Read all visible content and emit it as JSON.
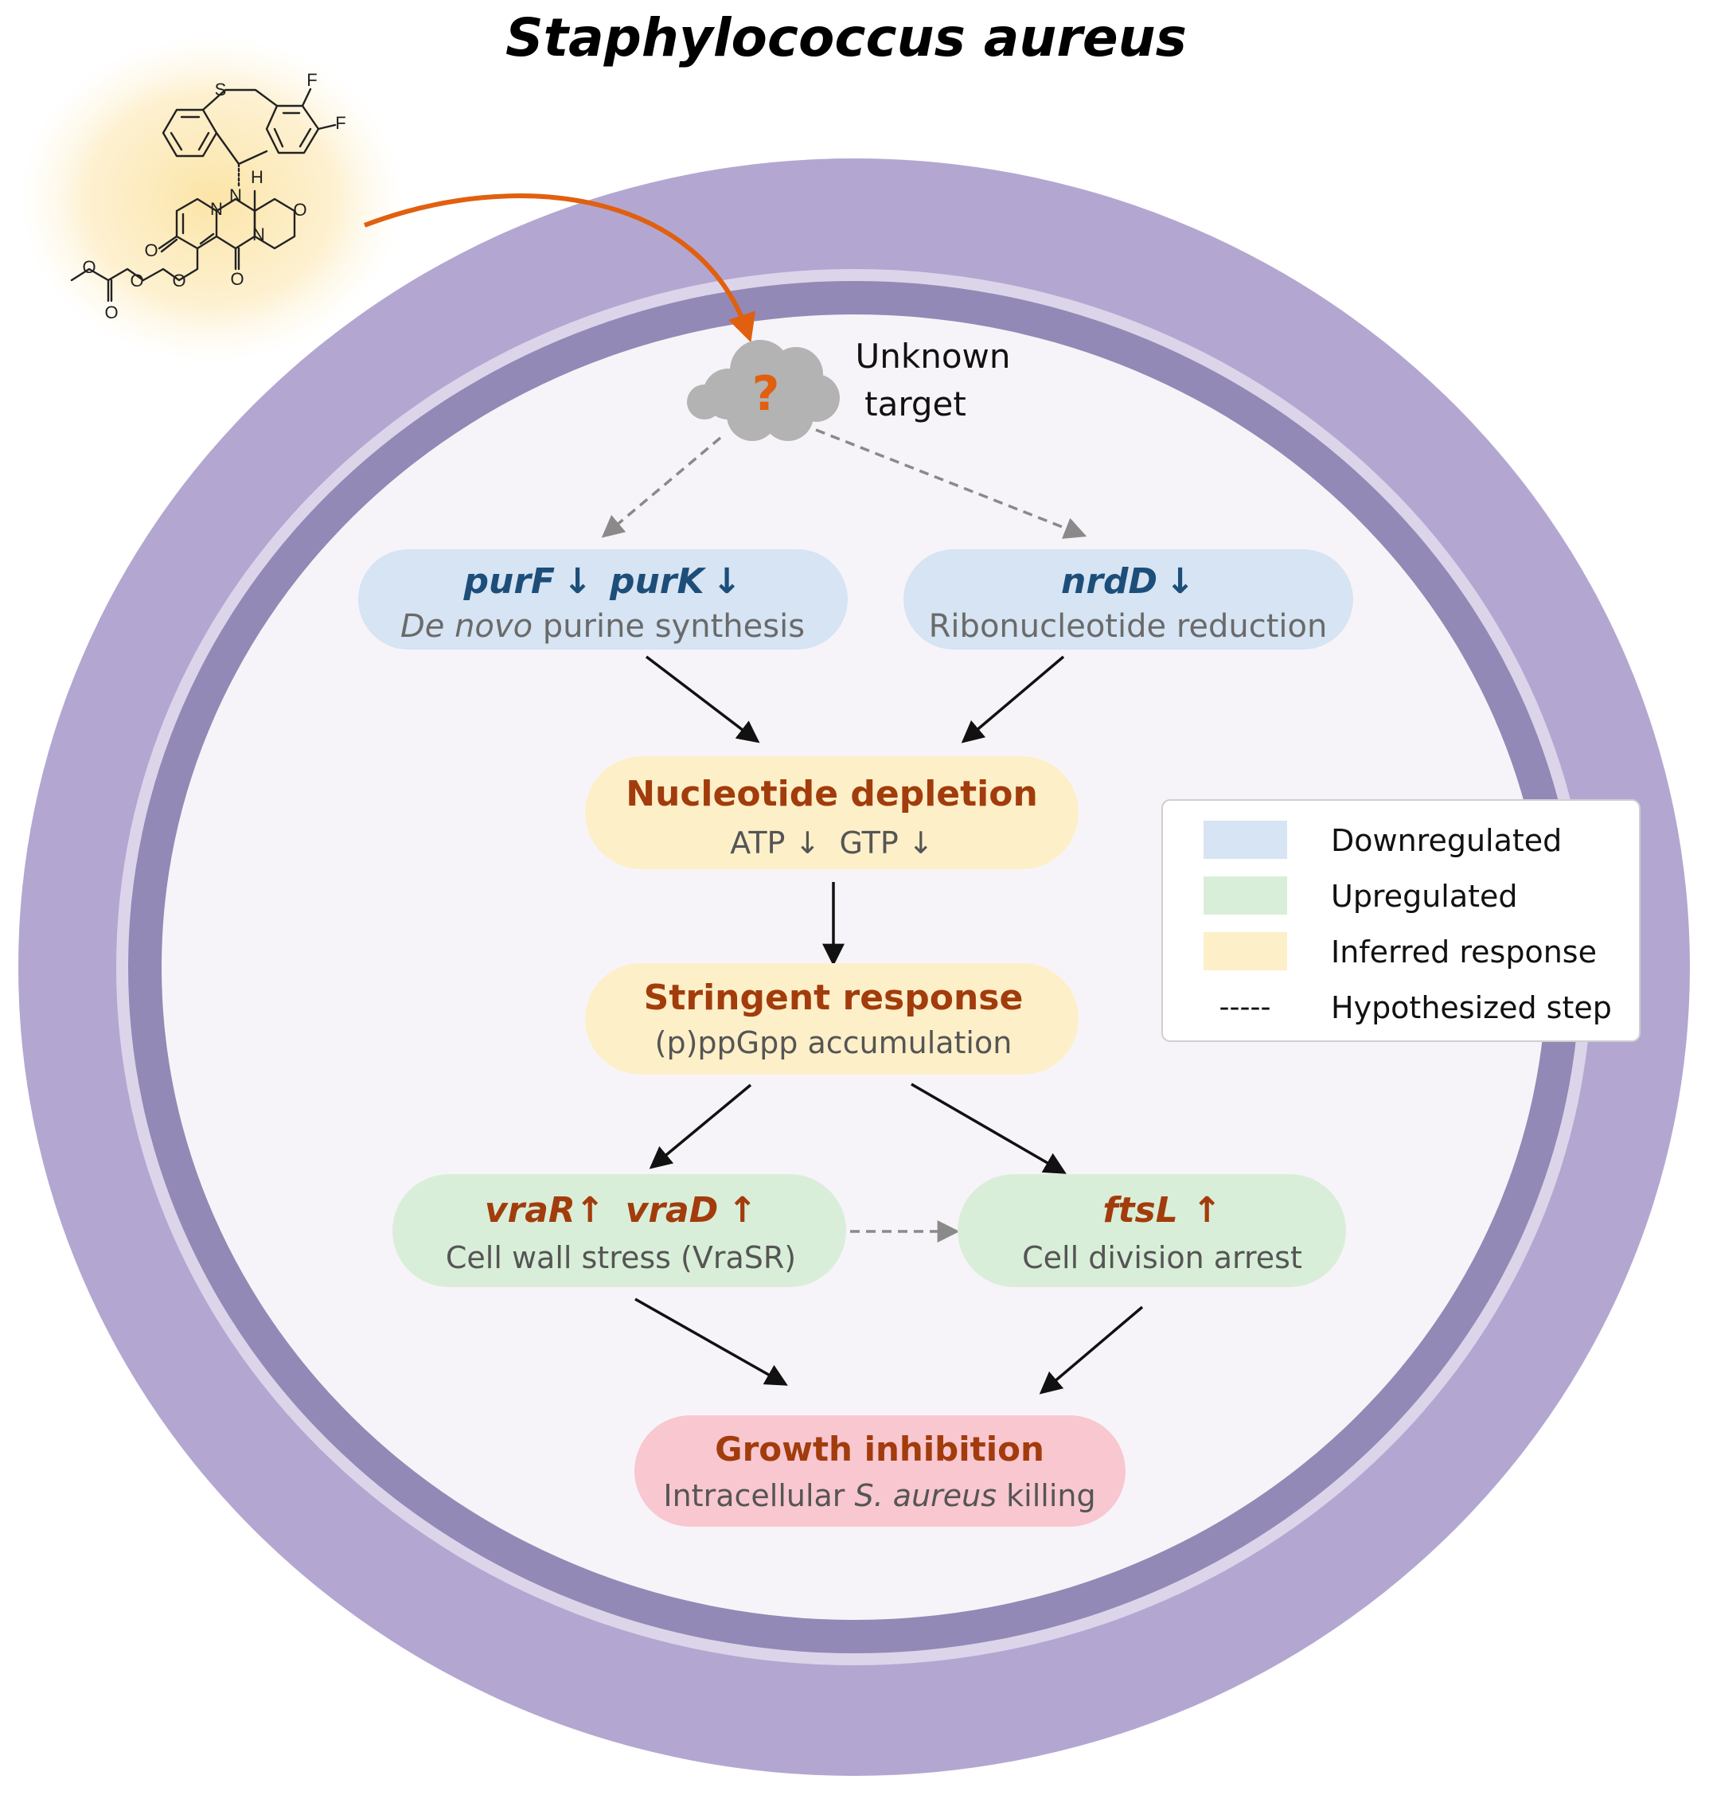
{
  "title": "Staphylococcus aureus",
  "unknown_target": {
    "symbol": "?",
    "line1": "Unknown",
    "line2": "target"
  },
  "nodes": {
    "purine": {
      "gene1": "purF",
      "gene2": "purK",
      "arrow": "↓",
      "desc_italic": "De novo",
      "desc_rest": " purine synthesis"
    },
    "nrd": {
      "gene": "nrdD",
      "arrow": "↓",
      "desc": "Ribonucleotide reduction"
    },
    "nucleotide": {
      "title": "Nucleotide depletion",
      "desc": "ATP ↓  GTP ↓"
    },
    "stringent": {
      "title": "Stringent response",
      "desc": "(p)ppGpp accumulation"
    },
    "vra": {
      "gene1": "vraR",
      "gene2": "vraD",
      "arrow": "↑",
      "desc": "Cell wall stress (VraSR)"
    },
    "fts": {
      "gene": "ftsL",
      "arrow": "↑",
      "desc": "Cell division arrest"
    },
    "growth": {
      "title": "Growth inhibition",
      "desc_pre": "Intracellular ",
      "desc_italic": "S. aureus",
      "desc_post": " killing"
    }
  },
  "legend": [
    {
      "label": "Downregulated",
      "color": "#d6e4f3",
      "kind": "swatch"
    },
    {
      "label": "Upregulated",
      "color": "#d9eed8",
      "kind": "swatch"
    },
    {
      "label": "Inferred response",
      "color": "#fdefc8",
      "kind": "swatch"
    },
    {
      "label": "Hypothesized step",
      "symbol": "-----",
      "kind": "dash"
    }
  ],
  "molecule_atoms": {
    "S": "S",
    "F1": "F",
    "F2": "F",
    "N1": "N",
    "N2": "N",
    "N3": "N",
    "H": "H",
    "O1": "O",
    "O2": "O",
    "O3": "O",
    "O4": "O",
    "O5": "O",
    "O6": "O",
    "O7": "O"
  },
  "colors": {
    "outer_wall": "#b3a7d1",
    "inner_wall": "#9389b6",
    "membrane_gap": "#dcd5ea",
    "cytoplasm": "#f7f4f9",
    "downregulated_fill": "#d6e4f3",
    "upregulated_fill": "#d9eed8",
    "inferred_fill": "#fdefc8",
    "growth_fill": "#f9c7d0",
    "blue_text": "#1d4e7a",
    "brown_text": "#a23c0c",
    "orange_arrow": "#e0600f",
    "grey_text": "#555555"
  }
}
